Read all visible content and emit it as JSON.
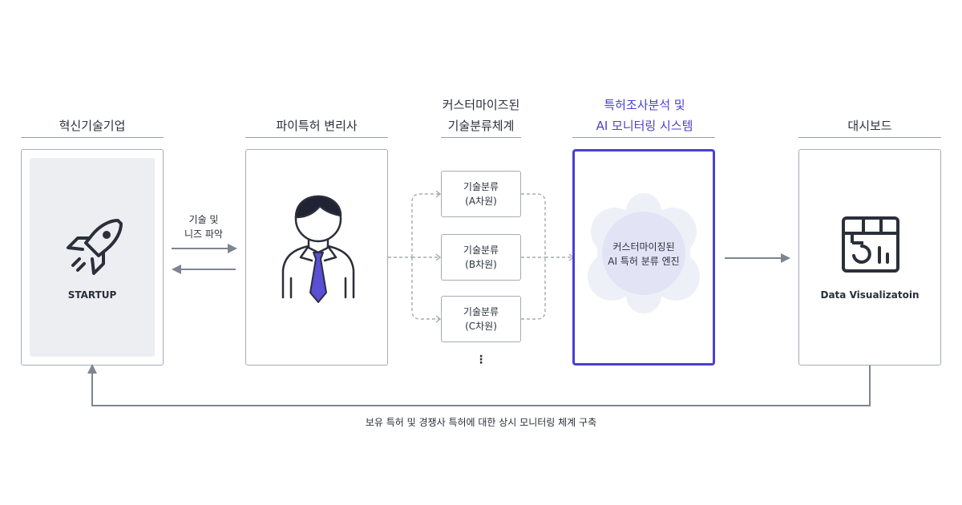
{
  "columns": {
    "startup": {
      "title": "혁신기술기업",
      "label": "STARTUP"
    },
    "attorney": {
      "title": "파이특허 변리사"
    },
    "taxonomy": {
      "title_line1": "커스터마이즈된",
      "title_line2": "기술분류체계"
    },
    "ai_system": {
      "title_line1": "특허조사분석 및",
      "title_line2": "AI 모니터링 시스템"
    },
    "dashboard": {
      "title": "대시보드",
      "label": "Data Visualizatoin"
    }
  },
  "flow_labels": {
    "needs_line1": "기술 및",
    "needs_line2": "니즈 파악"
  },
  "categories": [
    {
      "line1": "기술분류",
      "line2": "(A차원)"
    },
    {
      "line1": "기술분류",
      "line2": "(B차원)"
    },
    {
      "line1": "기술분류",
      "line2": "(C차원)"
    }
  ],
  "more_indicator": "⋮",
  "engine": {
    "line1": "커스터마이징된",
    "line2": "AI 특허 분류 엔진"
  },
  "bottom_caption": "보유 특허 및 경쟁사 특허에 대한 상시 모니터링 체계 구축",
  "colors": {
    "accent": "#4a3fd0",
    "line": "#7d8591",
    "panel_border": "#a6abb4",
    "tie": "#5b4fd6"
  },
  "icons": [
    "rocket-icon",
    "person-icon",
    "tie-icon",
    "dashboard-icon",
    "arrow-icon"
  ]
}
